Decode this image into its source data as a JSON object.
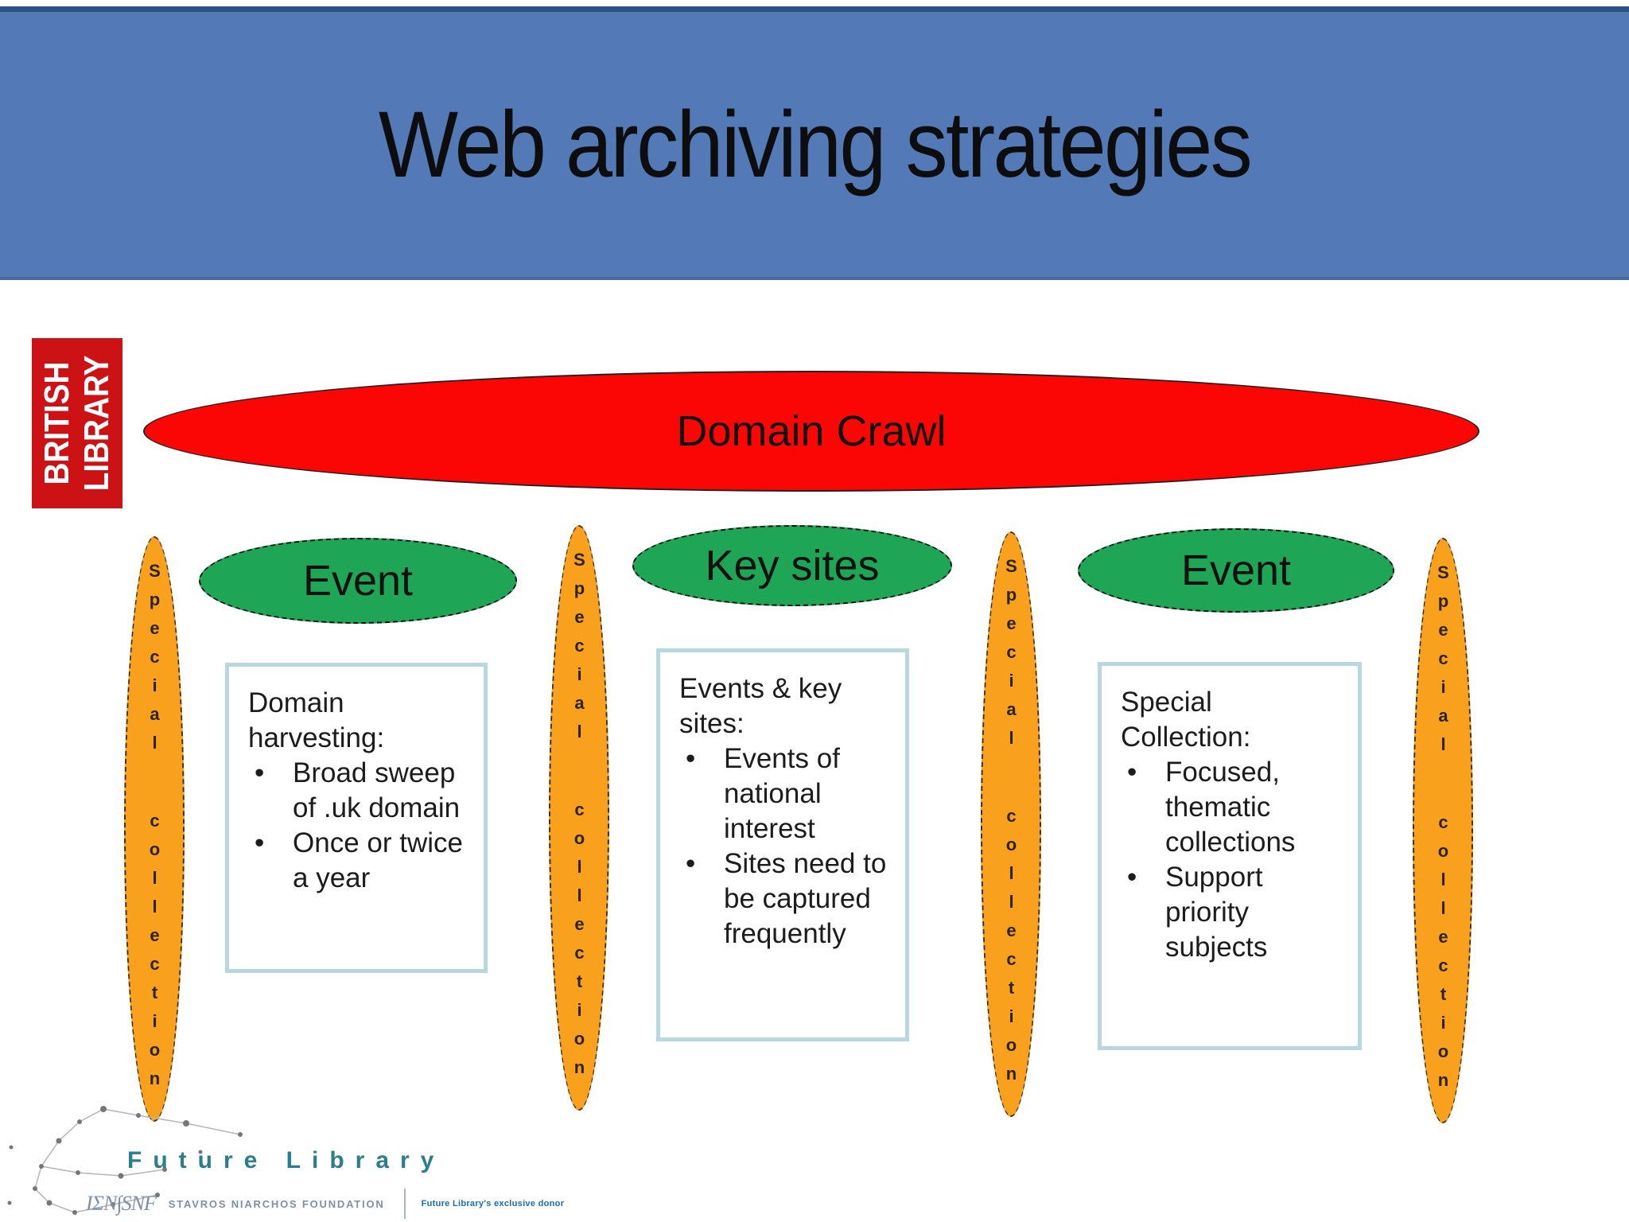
{
  "header": {
    "title": "Web archiving strategies"
  },
  "library_logo": {
    "line1": "BRITISH",
    "line2": "LIBRARY"
  },
  "diagram": {
    "domain_crawl_label": "Domain Crawl",
    "green_ellipses": [
      {
        "label": "Event"
      },
      {
        "label": "Key sites"
      },
      {
        "label": "Event"
      }
    ],
    "special_collection_label": "Special collection",
    "boxes": [
      {
        "heading": "Domain harvesting:",
        "bullets": [
          "Broad sweep of .uk domain",
          "Once or twice a year"
        ]
      },
      {
        "heading": "Events & key sites:",
        "bullets": [
          "Events of national interest",
          "Sites need to be captured frequently"
        ]
      },
      {
        "heading": "Special Collection:",
        "bullets": [
          "Focused, thematic collections",
          "Support priority subjects"
        ]
      }
    ]
  },
  "footer": {
    "brand": "Future Library",
    "snf_mark": "ΙΣΝ∫SNF",
    "snf_name": "STAVROS NIARCHOS FOUNDATION",
    "donor_note": "Future Library's exclusive donor"
  },
  "colors": {
    "header_blue": "#5379b7",
    "red": "#fb0505",
    "green": "#1fa556",
    "orange": "#f9a11c",
    "box_border": "#b9d8dd",
    "library_red": "#cd1216",
    "brand_teal": "#2a7e90",
    "donor_blue": "#1a6cb5"
  }
}
